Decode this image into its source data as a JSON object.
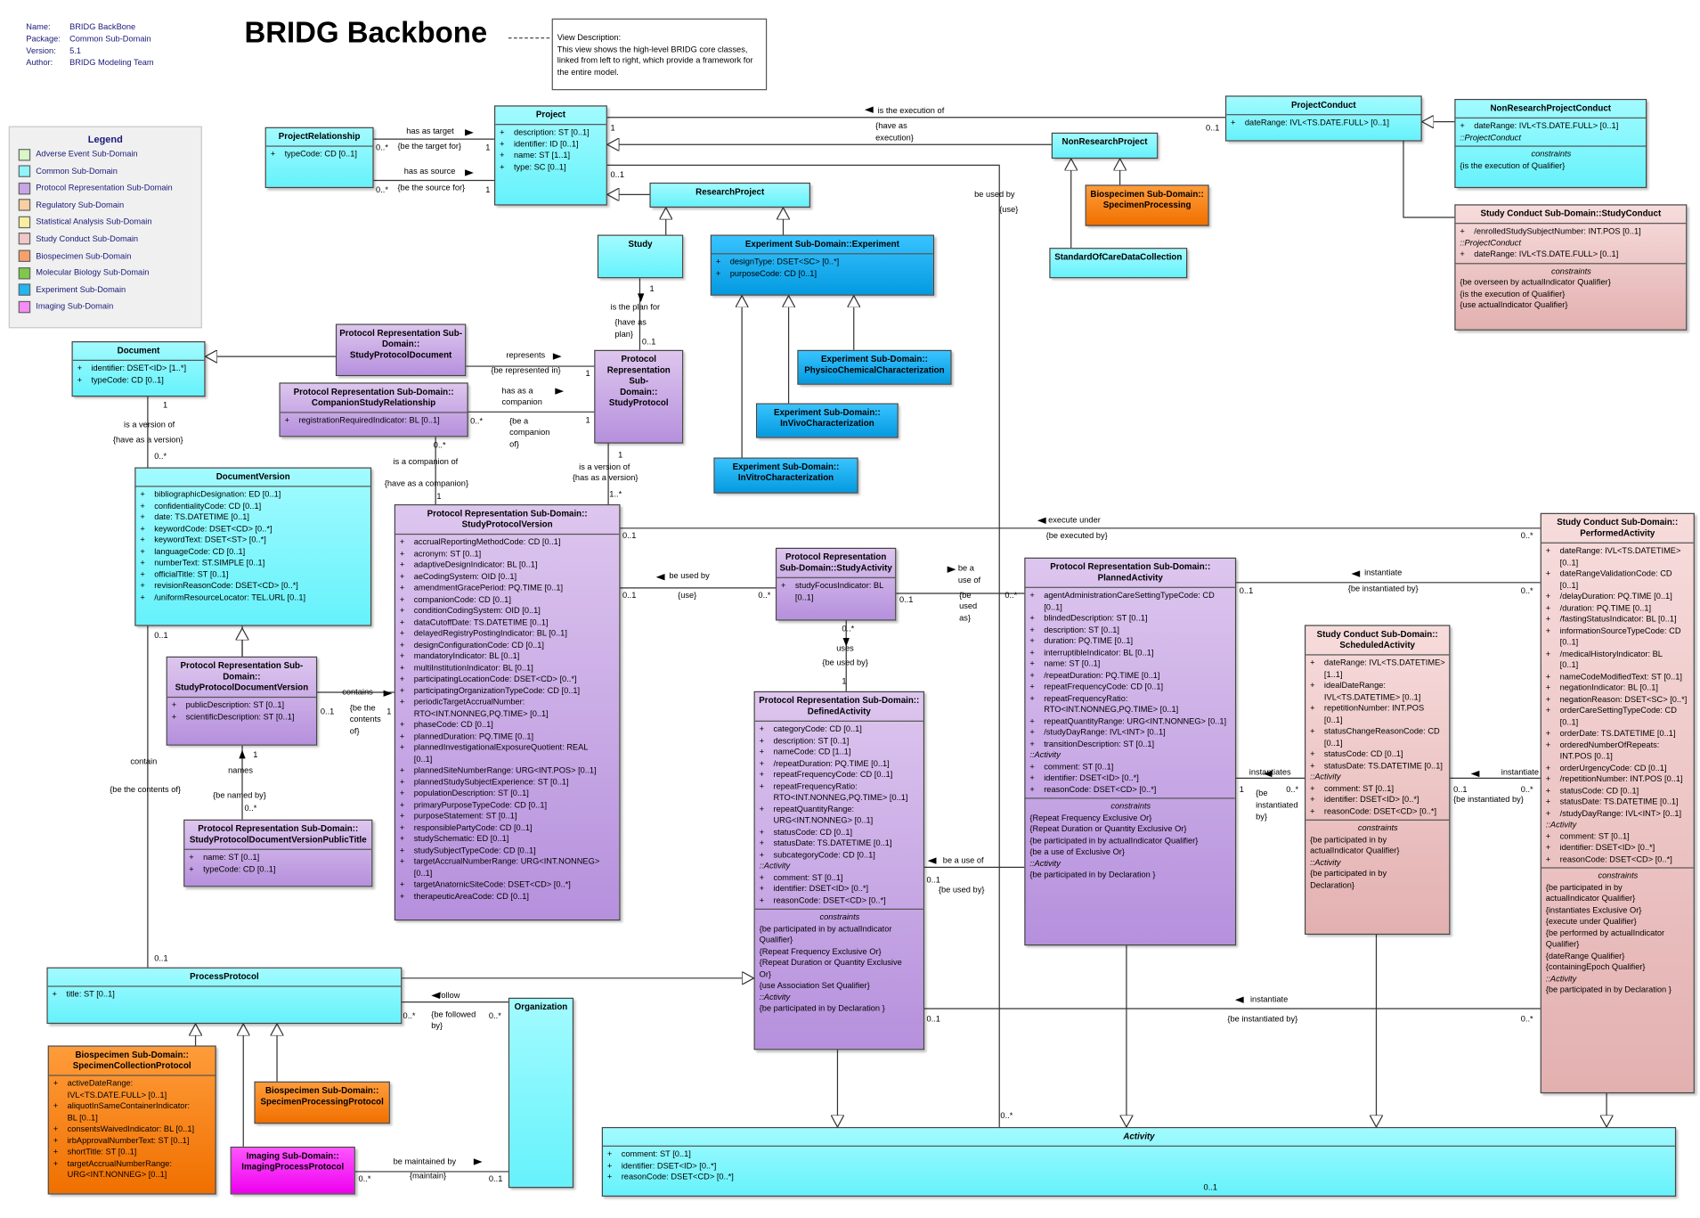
{
  "meta": {
    "name_k": "Name:",
    "name_v": "BRIDG BackBone",
    "package_k": "Package:",
    "package_v": "Common Sub-Domain",
    "version_k": "Version:",
    "version_v": "5.1",
    "author_k": "Author:",
    "author_v": "BRIDG Modeling Team"
  },
  "title": "BRIDG Backbone",
  "note": "View Description:\nThis view shows the high-level BRIDG core classes, linked from left to right, which provide a framework for the entire model.",
  "legend": {
    "title": "Legend",
    "items": [
      {
        "label": "Adverse Event Sub-Domain",
        "color": "#d8f6c8"
      },
      {
        "label": "Common Sub-Domain",
        "color": "#8ef6fb"
      },
      {
        "label": "Protocol Representation Sub-Domain",
        "color": "#c7a6e6"
      },
      {
        "label": "Regulatory Sub-Domain",
        "color": "#f8cfa0"
      },
      {
        "label": "Statistical Analysis Sub-Domain",
        "color": "#f8eea0"
      },
      {
        "label": "Study Conduct Sub-Domain",
        "color": "#f0c8c8"
      },
      {
        "label": "Biospecimen Sub-Domain",
        "color": "#f7a06a"
      },
      {
        "label": "Molecular Biology Sub-Domain",
        "color": "#7ec94a"
      },
      {
        "label": "Experiment Sub-Domain",
        "color": "#21b5f2"
      },
      {
        "label": "Imaging Sub-Domain",
        "color": "#f68cf6"
      }
    ]
  },
  "classes": {
    "project_relationship": {
      "name": "ProjectRelationship",
      "attrs": [
        "typeCode: CD [0..1]"
      ]
    },
    "project": {
      "name": "Project",
      "attrs": [
        "description: ST [0..1]",
        "identifier: ID [0..1]",
        "name: ST [1..1]",
        "type: SC [0..1]"
      ]
    },
    "project_conduct": {
      "name": "ProjectConduct",
      "attrs": [
        "dateRange: IVL<TS.DATE.FULL> [0..1]"
      ]
    },
    "non_research_project_conduct": {
      "name": "NonResearchProjectConduct",
      "op": "::ProjectConduct",
      "attrs": [
        "dateRange: IVL<TS.DATE.FULL> [0..1]"
      ],
      "cons_title": "constraints",
      "cons": [
        "{is the execution of Qualifier}"
      ]
    },
    "non_research_project": {
      "name": "NonResearchProject"
    },
    "research_project": {
      "name": "ResearchProject"
    },
    "biospecimen_specimen_processing": {
      "name": "Biospecimen Sub-Domain::\nSpecimenProcessing"
    },
    "standard_of_care": {
      "name": "StandardOfCareDataCollection"
    },
    "study_conduct": {
      "name": "Study Conduct Sub-Domain::StudyConduct",
      "attrs": [
        "/enrolledStudySubjectNumber: INT.POS [0..1]"
      ],
      "op": "::ProjectConduct",
      "attrs2": [
        "dateRange: IVL<TS.DATE.FULL> [0..1]"
      ],
      "cons_title": "constraints",
      "cons": [
        "{be overseen by actualIndicator Qualifier}",
        "{is the execution of Qualifier}",
        "{use actualIndicator Qualifier}"
      ]
    },
    "study": {
      "name": "Study"
    },
    "experiment": {
      "name": "Experiment Sub-Domain::Experiment",
      "attrs": [
        "designType: DSET<SC> [0..*]",
        "purposeCode: CD [0..1]"
      ]
    },
    "physico": {
      "name": "Experiment Sub-Domain::\nPhysicoChemicalCharacterization"
    },
    "invivo": {
      "name": "Experiment Sub-Domain::\nInVivoCharacterization"
    },
    "invitro": {
      "name": "Experiment Sub-Domain::\nInVitroCharacterization"
    },
    "document": {
      "name": "Document",
      "attrs": [
        "identifier: DSET<ID> [1..*]",
        "typeCode: CD [0..1]"
      ]
    },
    "study_protocol_document": {
      "name": "Protocol Representation Sub-\nDomain::\nStudyProtocolDocument"
    },
    "companion_study_relationship": {
      "name": "Protocol Representation Sub-Domain::\nCompanionStudyRelationship",
      "attrs": [
        "registrationRequiredIndicator: BL [0..1]"
      ]
    },
    "study_protocol": {
      "name": "Protocol\nRepresentation Sub-\nDomain::\nStudyProtocol"
    },
    "document_version": {
      "name": "DocumentVersion",
      "attrs": [
        "bibliographicDesignation: ED [0..1]",
        "confidentialityCode: CD [0..1]",
        "date: TS.DATETIME [0..1]",
        "keywordCode: DSET<CD> [0..*]",
        "keywordText: DSET<ST> [0..*]",
        "languageCode: CD [0..1]",
        "numberText: ST.SIMPLE [0..1]",
        "officialTitle: ST [0..1]",
        "revisionReasonCode: DSET<CD> [0..*]",
        "/uniformResourceLocator: TEL.URL [0..1]"
      ]
    },
    "study_protocol_version": {
      "name": "Protocol Representation Sub-Domain::\nStudyProtocolVersion",
      "attrs": [
        "accrualReportingMethodCode: CD [0..1]",
        "acronym: ST [0..1]",
        "adaptiveDesignIndicator: BL [0..1]",
        "aeCodingSystem: OID [0..1]",
        "amendmentGracePeriod: PQ.TIME [0..1]",
        "companionCode: CD [0..1]",
        "conditionCodingSystem: OID [0..1]",
        "dataCutoffDate: TS.DATETIME [0..1]",
        "delayedRegistryPostingIndicator: BL [0..1]",
        "designConfigurationCode: CD [0..1]",
        "mandatoryIndicator: BL [0..1]",
        "multiInstitutionIndicator: BL [0..1]",
        "participatingLocationCode: DSET<CD> [0..*]",
        "participatingOrganizationTypeCode: CD [0..1]",
        "periodicTargetAccrualNumber:",
        "  RTO<INT.NONNEG,PQ.TIME> [0..1]",
        "phaseCode: CD [0..1]",
        "plannedDuration: PQ.TIME [0..1]",
        "plannedInvestigationalExposureQuotient: REAL",
        "  [0..1]",
        "plannedSiteNumberRange: URG<INT.POS> [0..1]",
        "plannedStudySubjectExperience: ST [0..1]",
        "populationDescription: ST [0..1]",
        "primaryPurposeTypeCode: CD [0..1]",
        "purposeStatement: ST [0..1]",
        "responsiblePartyCode: CD [0..1]",
        "studySchematic: ED [0..1]",
        "studySubjectTypeCode: CD [0..1]",
        "targetAccrualNumberRange: URG<INT.NONNEG>",
        "  [0..1]",
        "targetAnatomicSiteCode: DSET<CD> [0..*]",
        "therapeuticAreaCode: CD [0..1]"
      ]
    },
    "study_activity": {
      "name": "Protocol Representation\nSub-Domain::StudyActivity",
      "attrs": [
        "studyFocusIndicator: BL",
        "  [0..1]"
      ]
    },
    "planned_activity": {
      "name": "Protocol Representation Sub-Domain::\nPlannedActivity",
      "attrs": [
        "agentAdministrationCareSettingTypeCode: CD",
        "  [0..1]",
        "blindedDescription: ST [0..1]",
        "description: ST [0..1]",
        "duration: PQ.TIME [0..1]",
        "interruptibleIndicator: BL [0..1]",
        "name: ST [0..1]",
        "/repeatDuration: PQ.TIME [0..1]",
        "repeatFrequencyCode: CD [0..1]",
        "repeatFrequencyRatio:",
        "  RTO<INT.NONNEG,PQ.TIME> [0..1]",
        "repeatQuantityRange: URG<INT.NONNEG> [0..1]",
        "/studyDayRange: IVL<INT> [0..1]",
        "transitionDescription: ST [0..1]"
      ],
      "op": "::Activity",
      "attrs2": [
        "comment: ST [0..1]",
        "identifier: DSET<ID> [0..*]",
        "reasonCode: DSET<CD> [0..*]"
      ],
      "cons_title": "constraints",
      "cons": [
        "{Repeat Frequency Exclusive Or}",
        "{Repeat Duration or Quantity Exclusive Or}",
        "{be participated in by actualIndicator Qualifier}",
        "{be a use of Exclusive Or}"
      ],
      "op2": "::Activity",
      "cons2": [
        "{be participated in by Declaration }"
      ]
    },
    "scheduled_activity": {
      "name": "Study Conduct Sub-Domain::\nScheduledActivity",
      "attrs": [
        "dateRange: IVL<TS.DATETIME>",
        "  [1..1]",
        "idealDateRange:",
        "  IVL<TS.DATETIME> [0..1]",
        "repetitionNumber: INT.POS",
        "  [0..1]",
        "statusChangeReasonCode: CD",
        "  [0..1]",
        "statusCode: CD [0..1]",
        "statusDate: TS.DATETIME [0..1]"
      ],
      "op": "::Activity",
      "attrs2": [
        "comment: ST [0..1]",
        "identifier: DSET<ID> [0..*]",
        "reasonCode: DSET<CD> [0..*]"
      ],
      "cons_title": "constraints",
      "cons": [
        "{be participated in by",
        "actualIndicator Qualifier}"
      ],
      "op2": "::Activity",
      "cons2": [
        "{be participated in by",
        "Declaration}"
      ]
    },
    "performed_activity": {
      "name": "Study Conduct Sub-Domain::\nPerformedActivity",
      "attrs": [
        "dateRange: IVL<TS.DATETIME>",
        "  [0..1]",
        "dateRangeValidationCode: CD",
        "  [0..1]",
        "/delayDuration: PQ.TIME [0..1]",
        "/duration: PQ.TIME [0..1]",
        "/fastingStatusIndicator: BL [0..1]",
        "informationSourceTypeCode: CD",
        "  [0..1]",
        "/medicalHistoryIndicator: BL",
        "  [0..1]",
        "nameCodeModifiedText: ST [0..1]",
        "negationIndicator: BL [0..1]",
        "negationReason: DSET<SC> [0..*]",
        "orderCareSettingTypeCode: CD",
        "  [0..1]",
        "orderDate: TS.DATETIME [0..1]",
        "orderedNumberOfRepeats:",
        "  INT.POS [0..1]",
        "orderUrgencyCode: CD [0..1]",
        "/repetitionNumber: INT.POS [0..1]",
        "statusCode: CD [0..1]",
        "statusDate: TS.DATETIME [0..1]",
        "/studyDayRange: IVL<INT> [0..1]"
      ],
      "op": "::Activity",
      "attrs2": [
        "comment: ST [0..1]",
        "identifier: DSET<ID> [0..*]",
        "reasonCode: DSET<CD> [0..*]"
      ],
      "cons_title": "constraints",
      "cons": [
        "{be participated in by",
        "actualIndicator Qualifier}",
        "{instantiates Exclusive Or}",
        "{execute under Qualifier}",
        "{be performed by actualIndicator",
        "Qualifier}",
        "{dateRange Qualifier}",
        "{containingEpoch Qualifier}"
      ],
      "op2": "::Activity",
      "cons2": [
        "{be participated in by Declaration }"
      ]
    },
    "study_protocol_document_version": {
      "name": "Protocol Representation Sub-\nDomain::\nStudyProtocolDocumentVersion",
      "attrs": [
        "publicDescription: ST [0..1]",
        "scientificDescription: ST [0..1]"
      ]
    },
    "public_title": {
      "name": "Protocol Representation Sub-Domain::\nStudyProtocolDocumentVersionPublicTitle",
      "attrs": [
        "name: ST [0..1]",
        "typeCode: CD [0..1]"
      ]
    },
    "defined_activity": {
      "name": "Protocol Representation Sub-Domain::\nDefinedActivity",
      "attrs": [
        "categoryCode: CD [0..1]",
        "description: ST [0..1]",
        "nameCode: CD [1..1]",
        "/repeatDuration: PQ.TIME [0..1]",
        "repeatFrequencyCode: CD [0..1]",
        "repeatFrequencyRatio:",
        "  RTO<INT.NONNEG,PQ.TIME> [0..1]",
        "repeatQuantityRange:",
        "  URG<INT.NONNEG> [0..1]",
        "statusCode: CD [0..1]",
        "statusDate: TS.DATETIME [0..1]",
        "subcategoryCode: CD [0..1]"
      ],
      "op": "::Activity",
      "attrs2": [
        "comment: ST [0..1]",
        "identifier: DSET<ID> [0..*]",
        "reasonCode: DSET<CD> [0..*]"
      ],
      "cons_title": "constraints",
      "cons": [
        "{be participated in by actualIndicator",
        "Qualifier}",
        "{Repeat Frequency Exclusive Or}",
        "{Repeat Duration or Quantity Exclusive",
        "Or}",
        "{use Association Set Qualifier}"
      ],
      "op2": "::Activity",
      "cons2": [
        "{be participated in by Declaration }"
      ]
    },
    "process_protocol": {
      "name": "ProcessProtocol",
      "attrs": [
        "title: ST [0..1]"
      ]
    },
    "organization": {
      "name": "Organization"
    },
    "specimen_collection_protocol": {
      "name": "Biospecimen Sub-Domain::\nSpecimenCollectionProtocol",
      "attrs": [
        "activeDateRange:",
        "  IVL<TS.DATE.FULL> [0..1]",
        "aliquotInSameContainerIndicator:",
        "  BL [0..1]",
        "consentsWaivedIndicator: BL [0..1]",
        "irbApprovalNumberText: ST [0..1]",
        "shortTitle: ST [0..1]",
        "targetAccrualNumberRange:",
        "  URG<INT.NONNEG> [0..1]"
      ]
    },
    "specimen_processing_protocol": {
      "name": "Biospecimen Sub-Domain::\nSpecimenProcessingProtocol"
    },
    "imaging_process_protocol": {
      "name": "Imaging Sub-Domain::\nImagingProcessProtocol"
    },
    "activity": {
      "name": "Activity",
      "attrs": [
        "comment: ST [0..1]",
        "identifier: DSET<ID> [0..*]",
        "reasonCode: DSET<CD> [0..*]"
      ]
    }
  },
  "labels": [
    {
      "id": "l1",
      "t": "has as target"
    },
    {
      "id": "l2",
      "t": "0..*"
    },
    {
      "id": "l3",
      "t": "{be the target for}"
    },
    {
      "id": "l4",
      "t": "1"
    },
    {
      "id": "l5",
      "t": "has as source"
    },
    {
      "id": "l6",
      "t": "0..*"
    },
    {
      "id": "l7",
      "t": "{be the source for}"
    },
    {
      "id": "l8",
      "t": "1"
    },
    {
      "id": "l9",
      "t": "is the execution of"
    },
    {
      "id": "l10",
      "t": "{have as"
    },
    {
      "id": "l11",
      "t": "execution}"
    },
    {
      "id": "l12",
      "t": "1"
    },
    {
      "id": "l13",
      "t": "0..1"
    },
    {
      "id": "l14",
      "t": "0..1"
    },
    {
      "id": "l15",
      "t": "be used by"
    },
    {
      "id": "l16",
      "t": "{use}"
    },
    {
      "id": "l17",
      "t": "1"
    },
    {
      "id": "l18",
      "t": "is the plan for"
    },
    {
      "id": "l19",
      "t": "{have as"
    },
    {
      "id": "l20",
      "t": "plan}"
    },
    {
      "id": "l21",
      "t": "0..1"
    },
    {
      "id": "l22",
      "t": "represents"
    },
    {
      "id": "l23",
      "t": "{be represented in}"
    },
    {
      "id": "l24",
      "t": "1"
    },
    {
      "id": "l25",
      "t": "has as a"
    },
    {
      "id": "l26",
      "t": "companion"
    },
    {
      "id": "l27",
      "t": "0..*"
    },
    {
      "id": "l28",
      "t": "{be a"
    },
    {
      "id": "l29",
      "t": "companion"
    },
    {
      "id": "l30",
      "t": "of}"
    },
    {
      "id": "l31",
      "t": "1"
    },
    {
      "id": "l32",
      "t": "1"
    },
    {
      "id": "l33",
      "t": "is a version of"
    },
    {
      "id": "l34",
      "t": "{have as a version}"
    },
    {
      "id": "l35",
      "t": "0..*"
    },
    {
      "id": "l36",
      "t": "0..*"
    },
    {
      "id": "l37",
      "t": "is a companion of"
    },
    {
      "id": "l38",
      "t": "{have as a companion}"
    },
    {
      "id": "l39",
      "t": "1"
    },
    {
      "id": "l40",
      "t": "1"
    },
    {
      "id": "l41",
      "t": "is a version of"
    },
    {
      "id": "l42",
      "t": "{has as a version}"
    },
    {
      "id": "l43",
      "t": "1..*"
    },
    {
      "id": "l44",
      "t": "0..1"
    },
    {
      "id": "l45",
      "t": "execute under"
    },
    {
      "id": "l46",
      "t": "{be executed by}"
    },
    {
      "id": "l47",
      "t": "0..*"
    },
    {
      "id": "l48",
      "t": "be used by"
    },
    {
      "id": "l49",
      "t": "0..1"
    },
    {
      "id": "l50",
      "t": "{use}"
    },
    {
      "id": "l51",
      "t": "0..*"
    },
    {
      "id": "l52",
      "t": "be a"
    },
    {
      "id": "l53",
      "t": "use of"
    },
    {
      "id": "l54",
      "t": "0..1"
    },
    {
      "id": "l55",
      "t": "{be"
    },
    {
      "id": "l56",
      "t": "used"
    },
    {
      "id": "l57",
      "t": "as}"
    },
    {
      "id": "l58",
      "t": "0..*"
    },
    {
      "id": "l59",
      "t": "instantiate"
    },
    {
      "id": "l60",
      "t": "0..1"
    },
    {
      "id": "l61",
      "t": "{be instantiated by}"
    },
    {
      "id": "l62",
      "t": "0..*"
    },
    {
      "id": "l63",
      "t": "0..*"
    },
    {
      "id": "l64",
      "t": "uses"
    },
    {
      "id": "l65",
      "t": "{be used by}"
    },
    {
      "id": "l66",
      "t": "1"
    },
    {
      "id": "l67",
      "t": "contains"
    },
    {
      "id": "l68",
      "t": "0..1"
    },
    {
      "id": "l69",
      "t": "{be the"
    },
    {
      "id": "l70",
      "t": "contents"
    },
    {
      "id": "l71",
      "t": "of}"
    },
    {
      "id": "l72",
      "t": "1"
    },
    {
      "id": "l73",
      "t": "0..1"
    },
    {
      "id": "l74",
      "t": "contain"
    },
    {
      "id": "l75",
      "t": "{be the contents of}"
    },
    {
      "id": "l76",
      "t": "0..1"
    },
    {
      "id": "l77",
      "t": "1"
    },
    {
      "id": "l78",
      "t": "names"
    },
    {
      "id": "l79",
      "t": "{be named by}"
    },
    {
      "id": "l80",
      "t": "0..*"
    },
    {
      "id": "l81",
      "t": "instantiates"
    },
    {
      "id": "l82",
      "t": "1"
    },
    {
      "id": "l83",
      "t": "{be"
    },
    {
      "id": "l84",
      "t": "instantiated"
    },
    {
      "id": "l85",
      "t": "by}"
    },
    {
      "id": "l86",
      "t": "0..*"
    },
    {
      "id": "l87",
      "t": "instantiate"
    },
    {
      "id": "l88",
      "t": "0..1"
    },
    {
      "id": "l89",
      "t": "{be instantiated by}"
    },
    {
      "id": "l90",
      "t": "0..*"
    },
    {
      "id": "l91",
      "t": "be a use of"
    },
    {
      "id": "l92",
      "t": "0..1"
    },
    {
      "id": "l93",
      "t": "{be used by}"
    },
    {
      "id": "l94",
      "t": "follow"
    },
    {
      "id": "l95",
      "t": "0..*"
    },
    {
      "id": "l96",
      "t": "{be followed"
    },
    {
      "id": "l97",
      "t": "by}"
    },
    {
      "id": "l98",
      "t": "0..*"
    },
    {
      "id": "l99",
      "t": "instantiate"
    },
    {
      "id": "l100",
      "t": "0..1"
    },
    {
      "id": "l101",
      "t": "{be instantiated by}"
    },
    {
      "id": "l102",
      "t": "0..*"
    },
    {
      "id": "l103",
      "t": "be maintained by"
    },
    {
      "id": "l104",
      "t": "{maintain}"
    },
    {
      "id": "l105",
      "t": "0..*"
    },
    {
      "id": "l106",
      "t": "0..1"
    },
    {
      "id": "l107",
      "t": "0..*"
    },
    {
      "id": "l108",
      "t": "0..1"
    }
  ]
}
